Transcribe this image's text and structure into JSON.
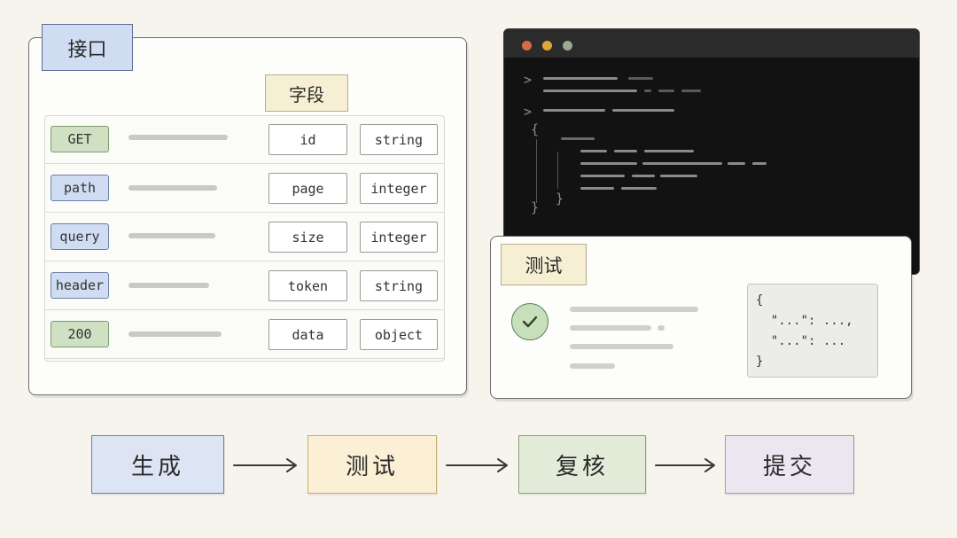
{
  "interface": {
    "title": "接口",
    "field_header": "字段",
    "rows": [
      {
        "method": "GET",
        "field": "id",
        "type": "string"
      },
      {
        "method": "path",
        "field": "page",
        "type": "integer"
      },
      {
        "method": "query",
        "field": "size",
        "type": "integer"
      },
      {
        "method": "header",
        "field": "token",
        "type": "string"
      },
      {
        "method": "200",
        "field": "data",
        "type": "object"
      }
    ]
  },
  "terminal": {
    "prompt_glyph": ">",
    "open_brace": "{",
    "close_brace": "}",
    "dot_colors": [
      "#d86a4a",
      "#e0a53a",
      "#9aa890"
    ]
  },
  "test": {
    "title": "测试",
    "status_icon": "check-circle-icon",
    "json_preview": [
      "{",
      "  \"...\": ...,",
      "  \"...\": ...",
      "}"
    ]
  },
  "flow": {
    "steps": [
      "生成",
      "测试",
      "复核",
      "提交"
    ]
  },
  "colors": {
    "blue": "#cfdcf2",
    "yellow": "#f6efd4",
    "green": "#cfe0c3",
    "purple": "#ece6f0",
    "terminal_bg": "#121212"
  }
}
